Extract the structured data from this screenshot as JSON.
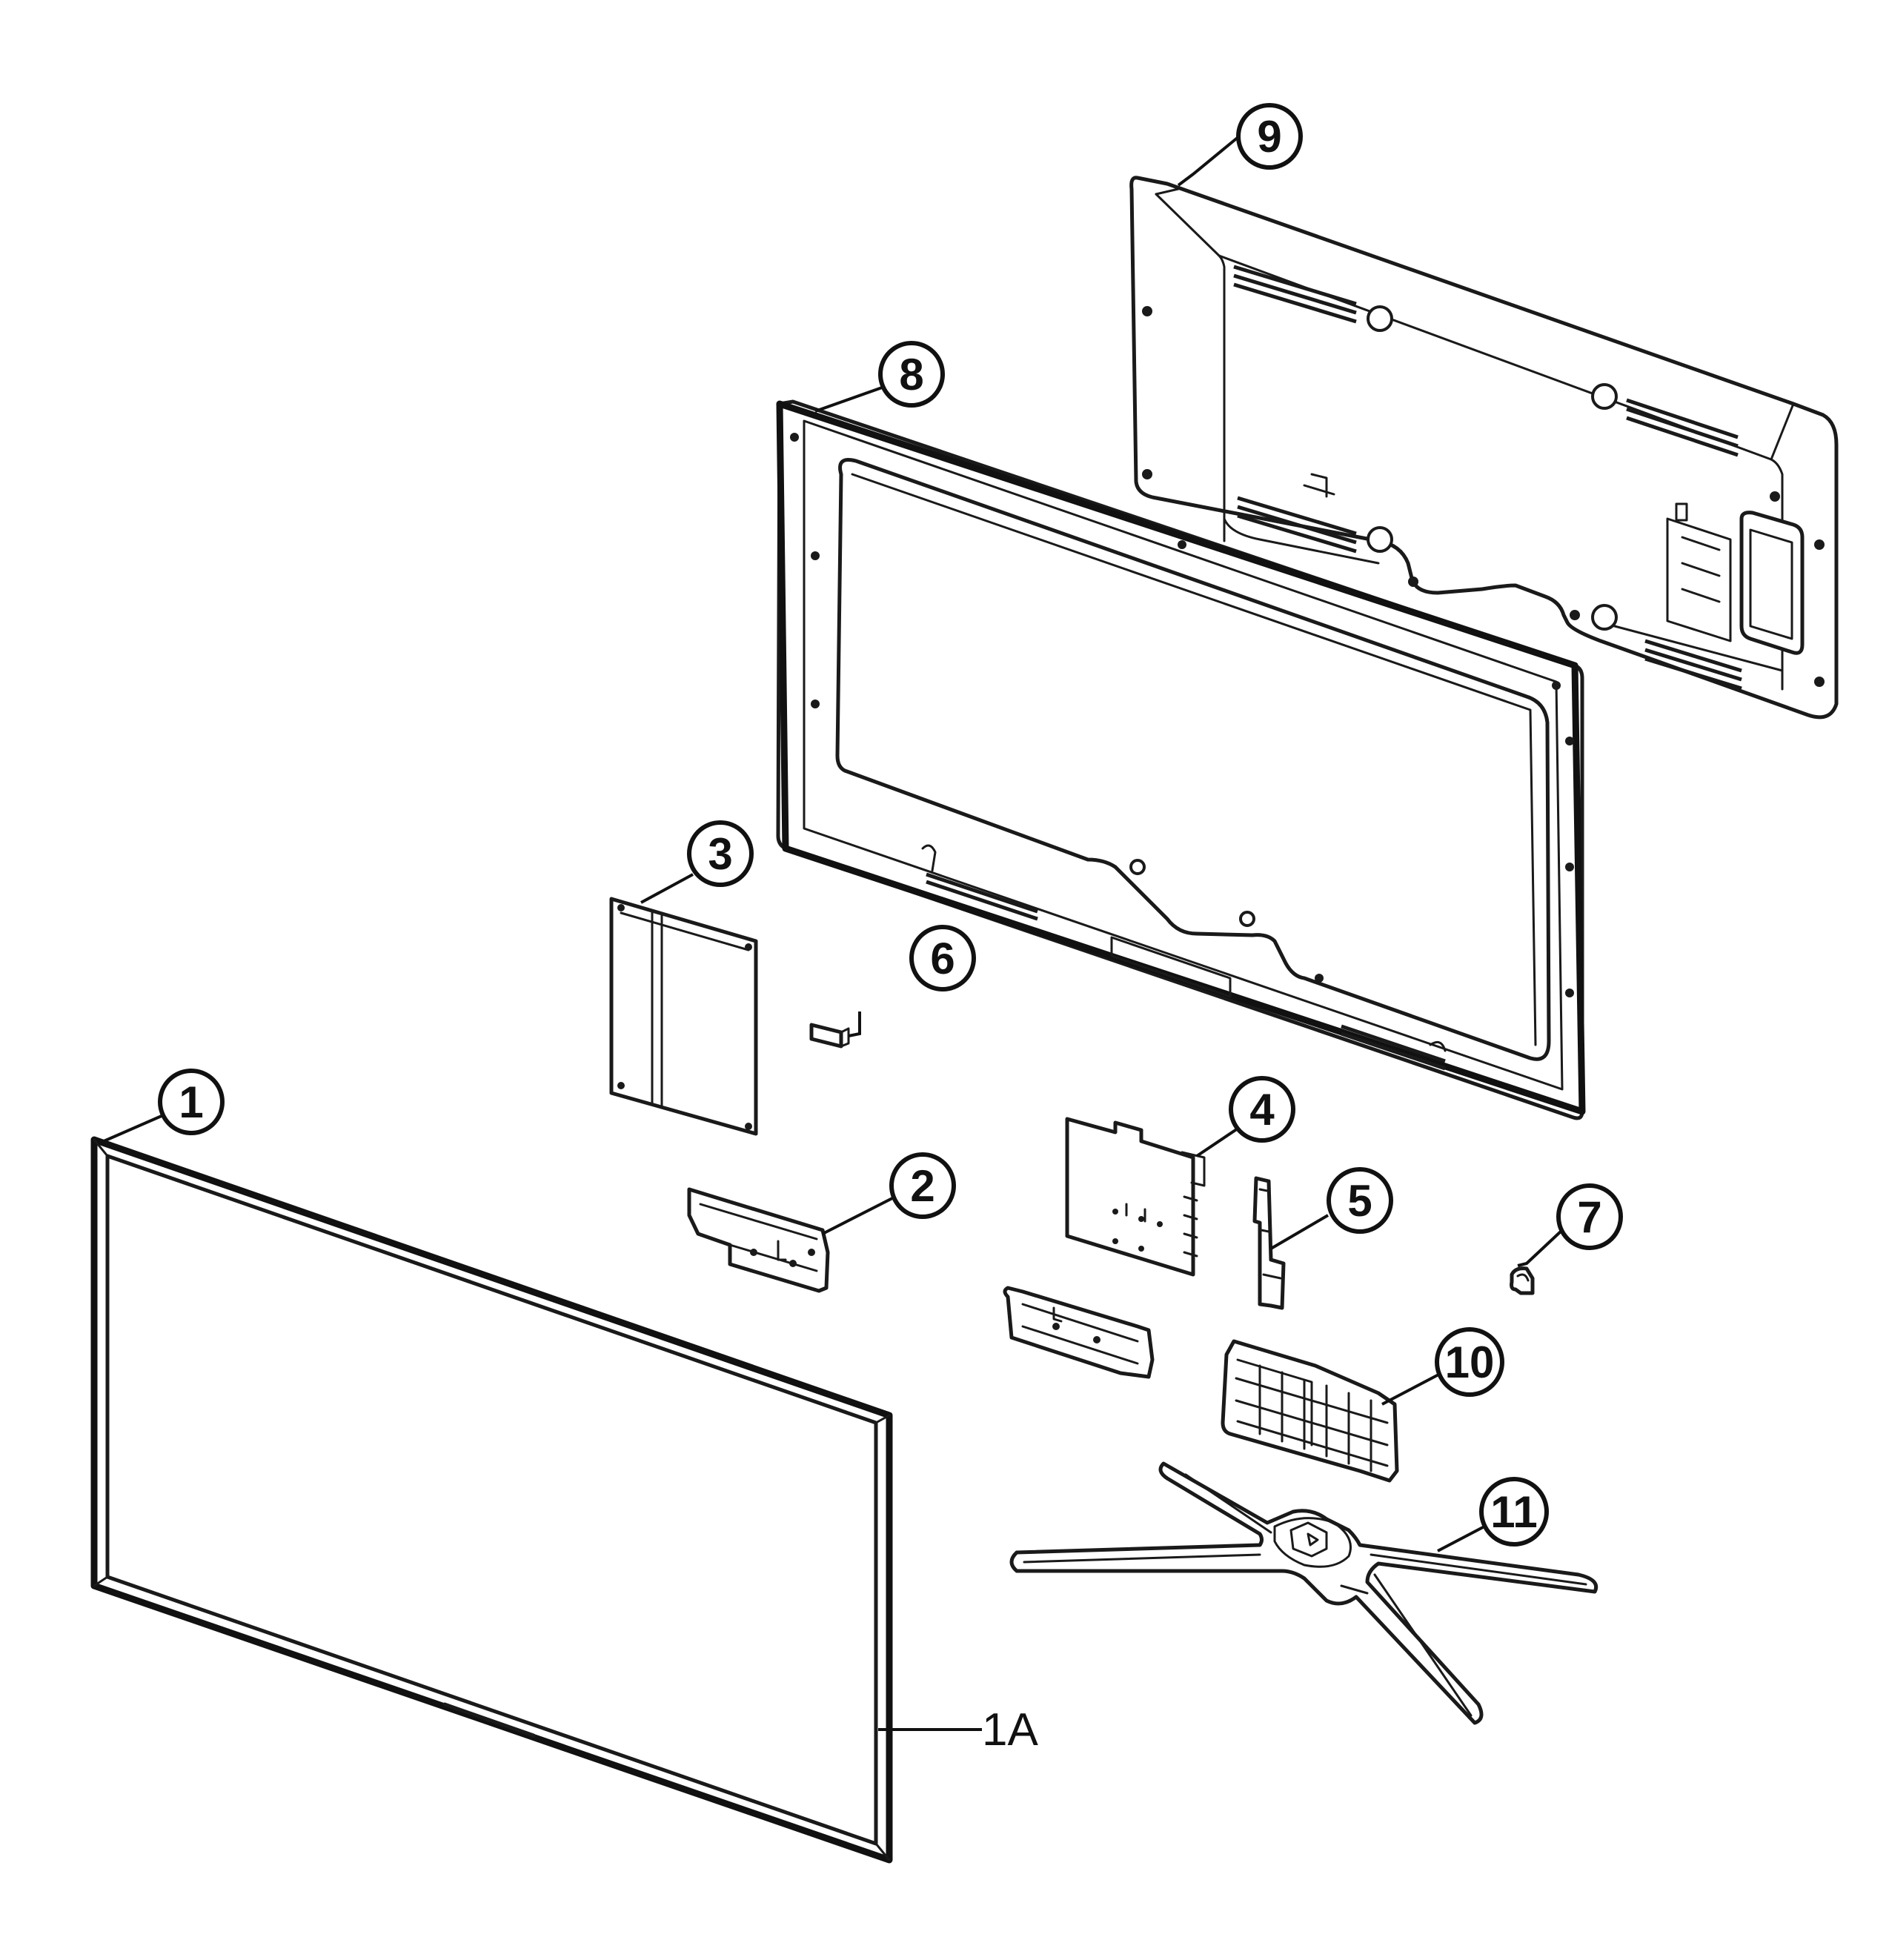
{
  "diagram": {
    "callouts": [
      {
        "id": "1",
        "label": "1"
      },
      {
        "id": "1A",
        "label": "1A"
      },
      {
        "id": "2",
        "label": "2"
      },
      {
        "id": "3",
        "label": "3"
      },
      {
        "id": "4",
        "label": "4"
      },
      {
        "id": "5",
        "label": "5"
      },
      {
        "id": "6",
        "label": "6"
      },
      {
        "id": "7",
        "label": "7"
      },
      {
        "id": "8",
        "label": "8"
      },
      {
        "id": "9",
        "label": "9"
      },
      {
        "id": "10",
        "label": "10"
      },
      {
        "id": "11",
        "label": "11"
      }
    ]
  }
}
